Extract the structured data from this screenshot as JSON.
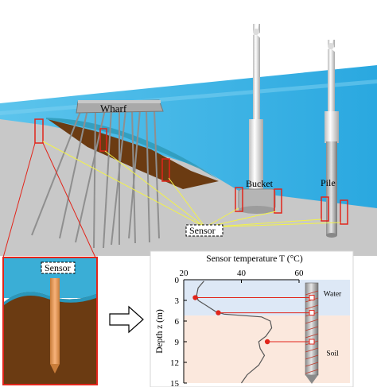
{
  "scene": {
    "wharf_label": "Wharf",
    "bucket_label": "Bucket",
    "pile_label": "Pile",
    "sensor_label": "Sensor"
  },
  "inset": {
    "sensor_label": "Sensor"
  },
  "chart_data": {
    "type": "line",
    "title": "Sensor temperature T (°C)",
    "xlabel": "Sensor temperature T (°C)",
    "ylabel": "Depth z (m)",
    "x_ticks": [
      "20",
      "40",
      "60"
    ],
    "y_ticks": [
      "0",
      "3",
      "6",
      "9",
      "12",
      "15"
    ],
    "xlim": [
      20,
      60
    ],
    "ylim": [
      0,
      15
    ],
    "y_inverted": true,
    "series": [
      {
        "points": [
          [
            27,
            0.2
          ],
          [
            25,
            1.2
          ],
          [
            24.5,
            2.2
          ],
          [
            25,
            3
          ],
          [
            28,
            3.8
          ],
          [
            31,
            4.6
          ],
          [
            34,
            5
          ],
          [
            47,
            5.4
          ],
          [
            50,
            6
          ],
          [
            50.5,
            7
          ],
          [
            48.5,
            8.2
          ],
          [
            46,
            9
          ],
          [
            46.5,
            10
          ],
          [
            48,
            11
          ],
          [
            46,
            12.4
          ],
          [
            42,
            13.8
          ],
          [
            40,
            15
          ]
        ]
      }
    ],
    "markers": [
      {
        "x": 24,
        "y": 2.6
      },
      {
        "x": 32,
        "y": 4.8
      },
      {
        "x": 49,
        "y": 9
      }
    ],
    "regions": [
      {
        "name": "Water",
        "from": 0,
        "to": 5.2,
        "color": "#dde8f6"
      },
      {
        "name": "Soil",
        "from": 5.2,
        "to": 15,
        "color": "#fbe8dd"
      }
    ]
  },
  "colors": {
    "water": "#3ab0e0",
    "ground": "#c9c9c9",
    "sediment": "#6b3b12",
    "highlight": "#e1251b",
    "arrow": "#f2f24a"
  }
}
